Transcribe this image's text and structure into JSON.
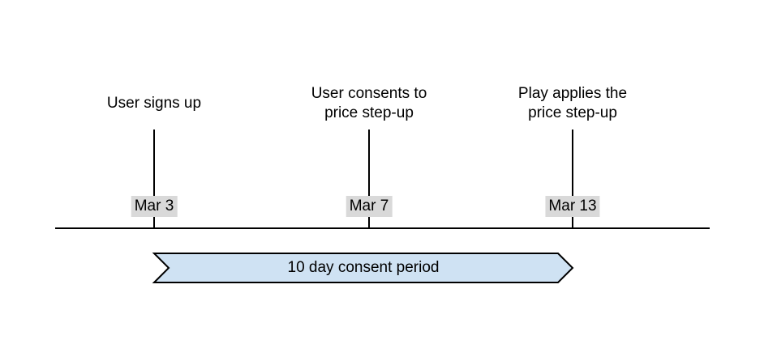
{
  "events": [
    {
      "label": "User signs up",
      "date": "Mar 3"
    },
    {
      "label": "User consents to\nprice step-up",
      "date": "Mar 7"
    },
    {
      "label": "Play applies the\nprice step-up",
      "date": "Mar 13"
    }
  ],
  "banner": {
    "label": "10 day consent period"
  },
  "colors": {
    "banner_fill": "#cfe2f3",
    "banner_stroke": "#000000",
    "date_badge_bg": "#d9d9d9",
    "line": "#000000",
    "text": "#000000"
  }
}
